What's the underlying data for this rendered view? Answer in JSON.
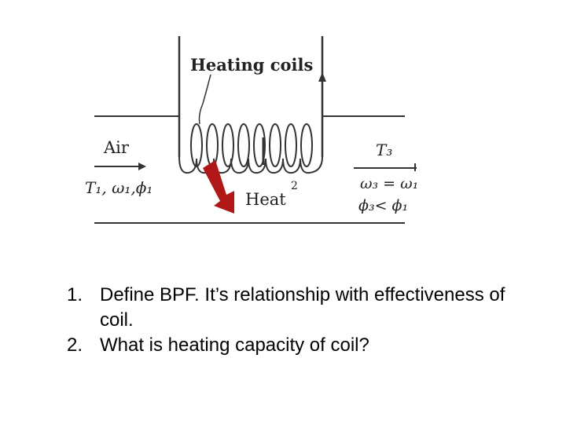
{
  "figure": {
    "labels": {
      "heating_coils": "Heating coils",
      "air": "Air",
      "inlet_state": "T₁, ω₁,ϕ₁",
      "heat": "Heat",
      "state_2": "2",
      "t3": "T₃",
      "omega_relation": "ω₃ = ω₁",
      "phi_relation": "ϕ₃< ϕ₁"
    },
    "colors": {
      "line": "#333333",
      "heat_arrow": "#b01818"
    },
    "icons": {
      "coil": "heating-coil",
      "air_arrow": "right-arrow",
      "heat_arrow": "heat-arrow"
    }
  },
  "questions": [
    {
      "number": "1.",
      "text": "Define BPF. It’s relationship with effectiveness of coil."
    },
    {
      "number": "2.",
      "text": "What is heating capacity of coil?"
    }
  ]
}
